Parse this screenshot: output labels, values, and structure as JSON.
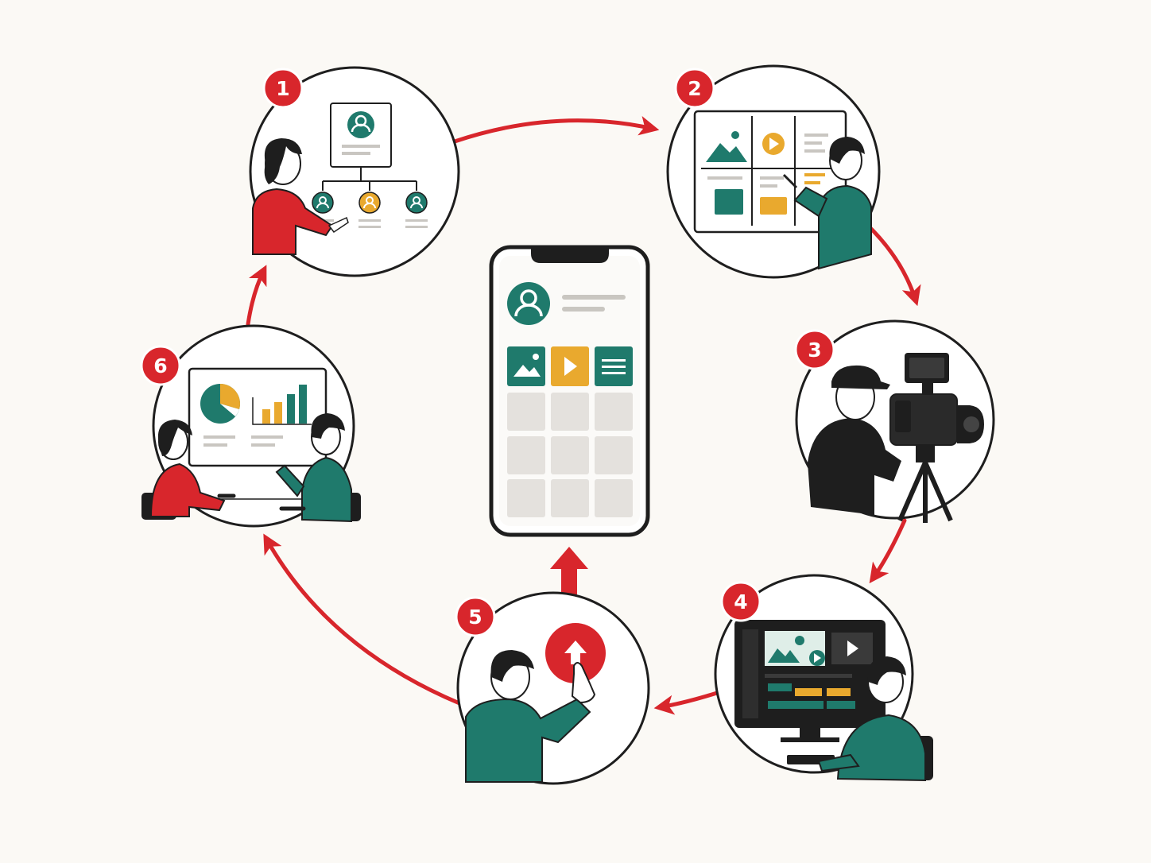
{
  "colors": {
    "background": "#fbf9f5",
    "accent_red": "#d8262c",
    "teal": "#1f7a6c",
    "amber": "#e9a92e",
    "ink": "#1e1e1e",
    "muted": "#c9c6c1",
    "tile": "#e4e1dd"
  },
  "steps": [
    {
      "number": "1",
      "icon": "org-chart-planning-icon"
    },
    {
      "number": "2",
      "icon": "content-storyboard-icon"
    },
    {
      "number": "3",
      "icon": "video-camera-filming-icon"
    },
    {
      "number": "4",
      "icon": "video-editing-monitor-icon"
    },
    {
      "number": "5",
      "icon": "upload-button-icon"
    },
    {
      "number": "6",
      "icon": "analytics-presentation-icon"
    }
  ],
  "center": {
    "icon": "smartphone-profile-feed-icon"
  }
}
